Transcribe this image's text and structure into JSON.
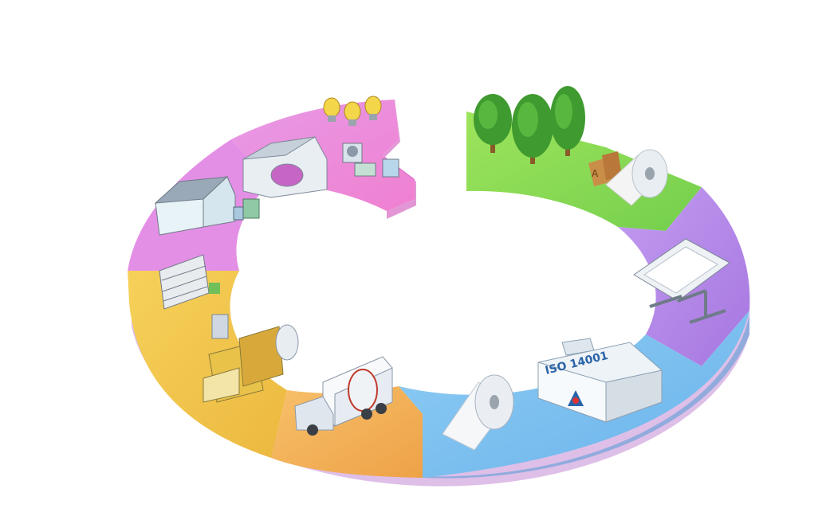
{
  "diagram": {
    "type": "circular-lifecycle",
    "segments": [
      {
        "id": "forest",
        "icon": "trees-icon",
        "color": "#8fdc55"
      },
      {
        "id": "design",
        "icon": "drafting-table-icon",
        "color": "#b58be8"
      },
      {
        "id": "manufacturing",
        "icon": "factory-icon",
        "color": "#7ec0f0"
      },
      {
        "id": "shipping",
        "icon": "delivery-truck-icon",
        "color": "#f3b056"
      },
      {
        "id": "converting",
        "icon": "paper-machine-icon",
        "color": "#f2c84c"
      },
      {
        "id": "consumption",
        "icon": "houses-and-bins-icon",
        "color": "#e58fde"
      },
      {
        "id": "recycling-energy",
        "icon": "lightbulbs-icon",
        "color": "#f28ad8"
      }
    ],
    "labels": {
      "factory_sign": "ISO 14001",
      "bag_label": "A"
    },
    "colors": {
      "ring_shadow": "#c9a4e0",
      "label_color": "#2a63a8"
    }
  }
}
